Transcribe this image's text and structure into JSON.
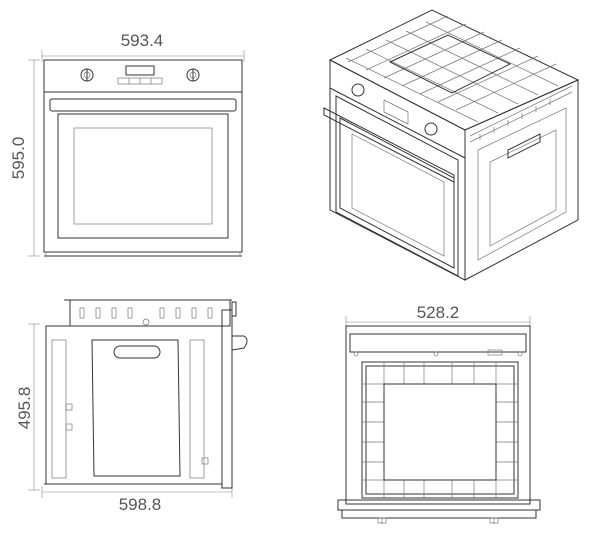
{
  "diagram": {
    "dimensions": {
      "front_width": "593.4",
      "front_height": "595.0",
      "side_height": "495.8",
      "side_depth": "598.8",
      "top_width": "528.2"
    },
    "colors": {
      "line": "#333333",
      "dimension": "#888888",
      "text": "#555555",
      "background": "#ffffff"
    }
  }
}
